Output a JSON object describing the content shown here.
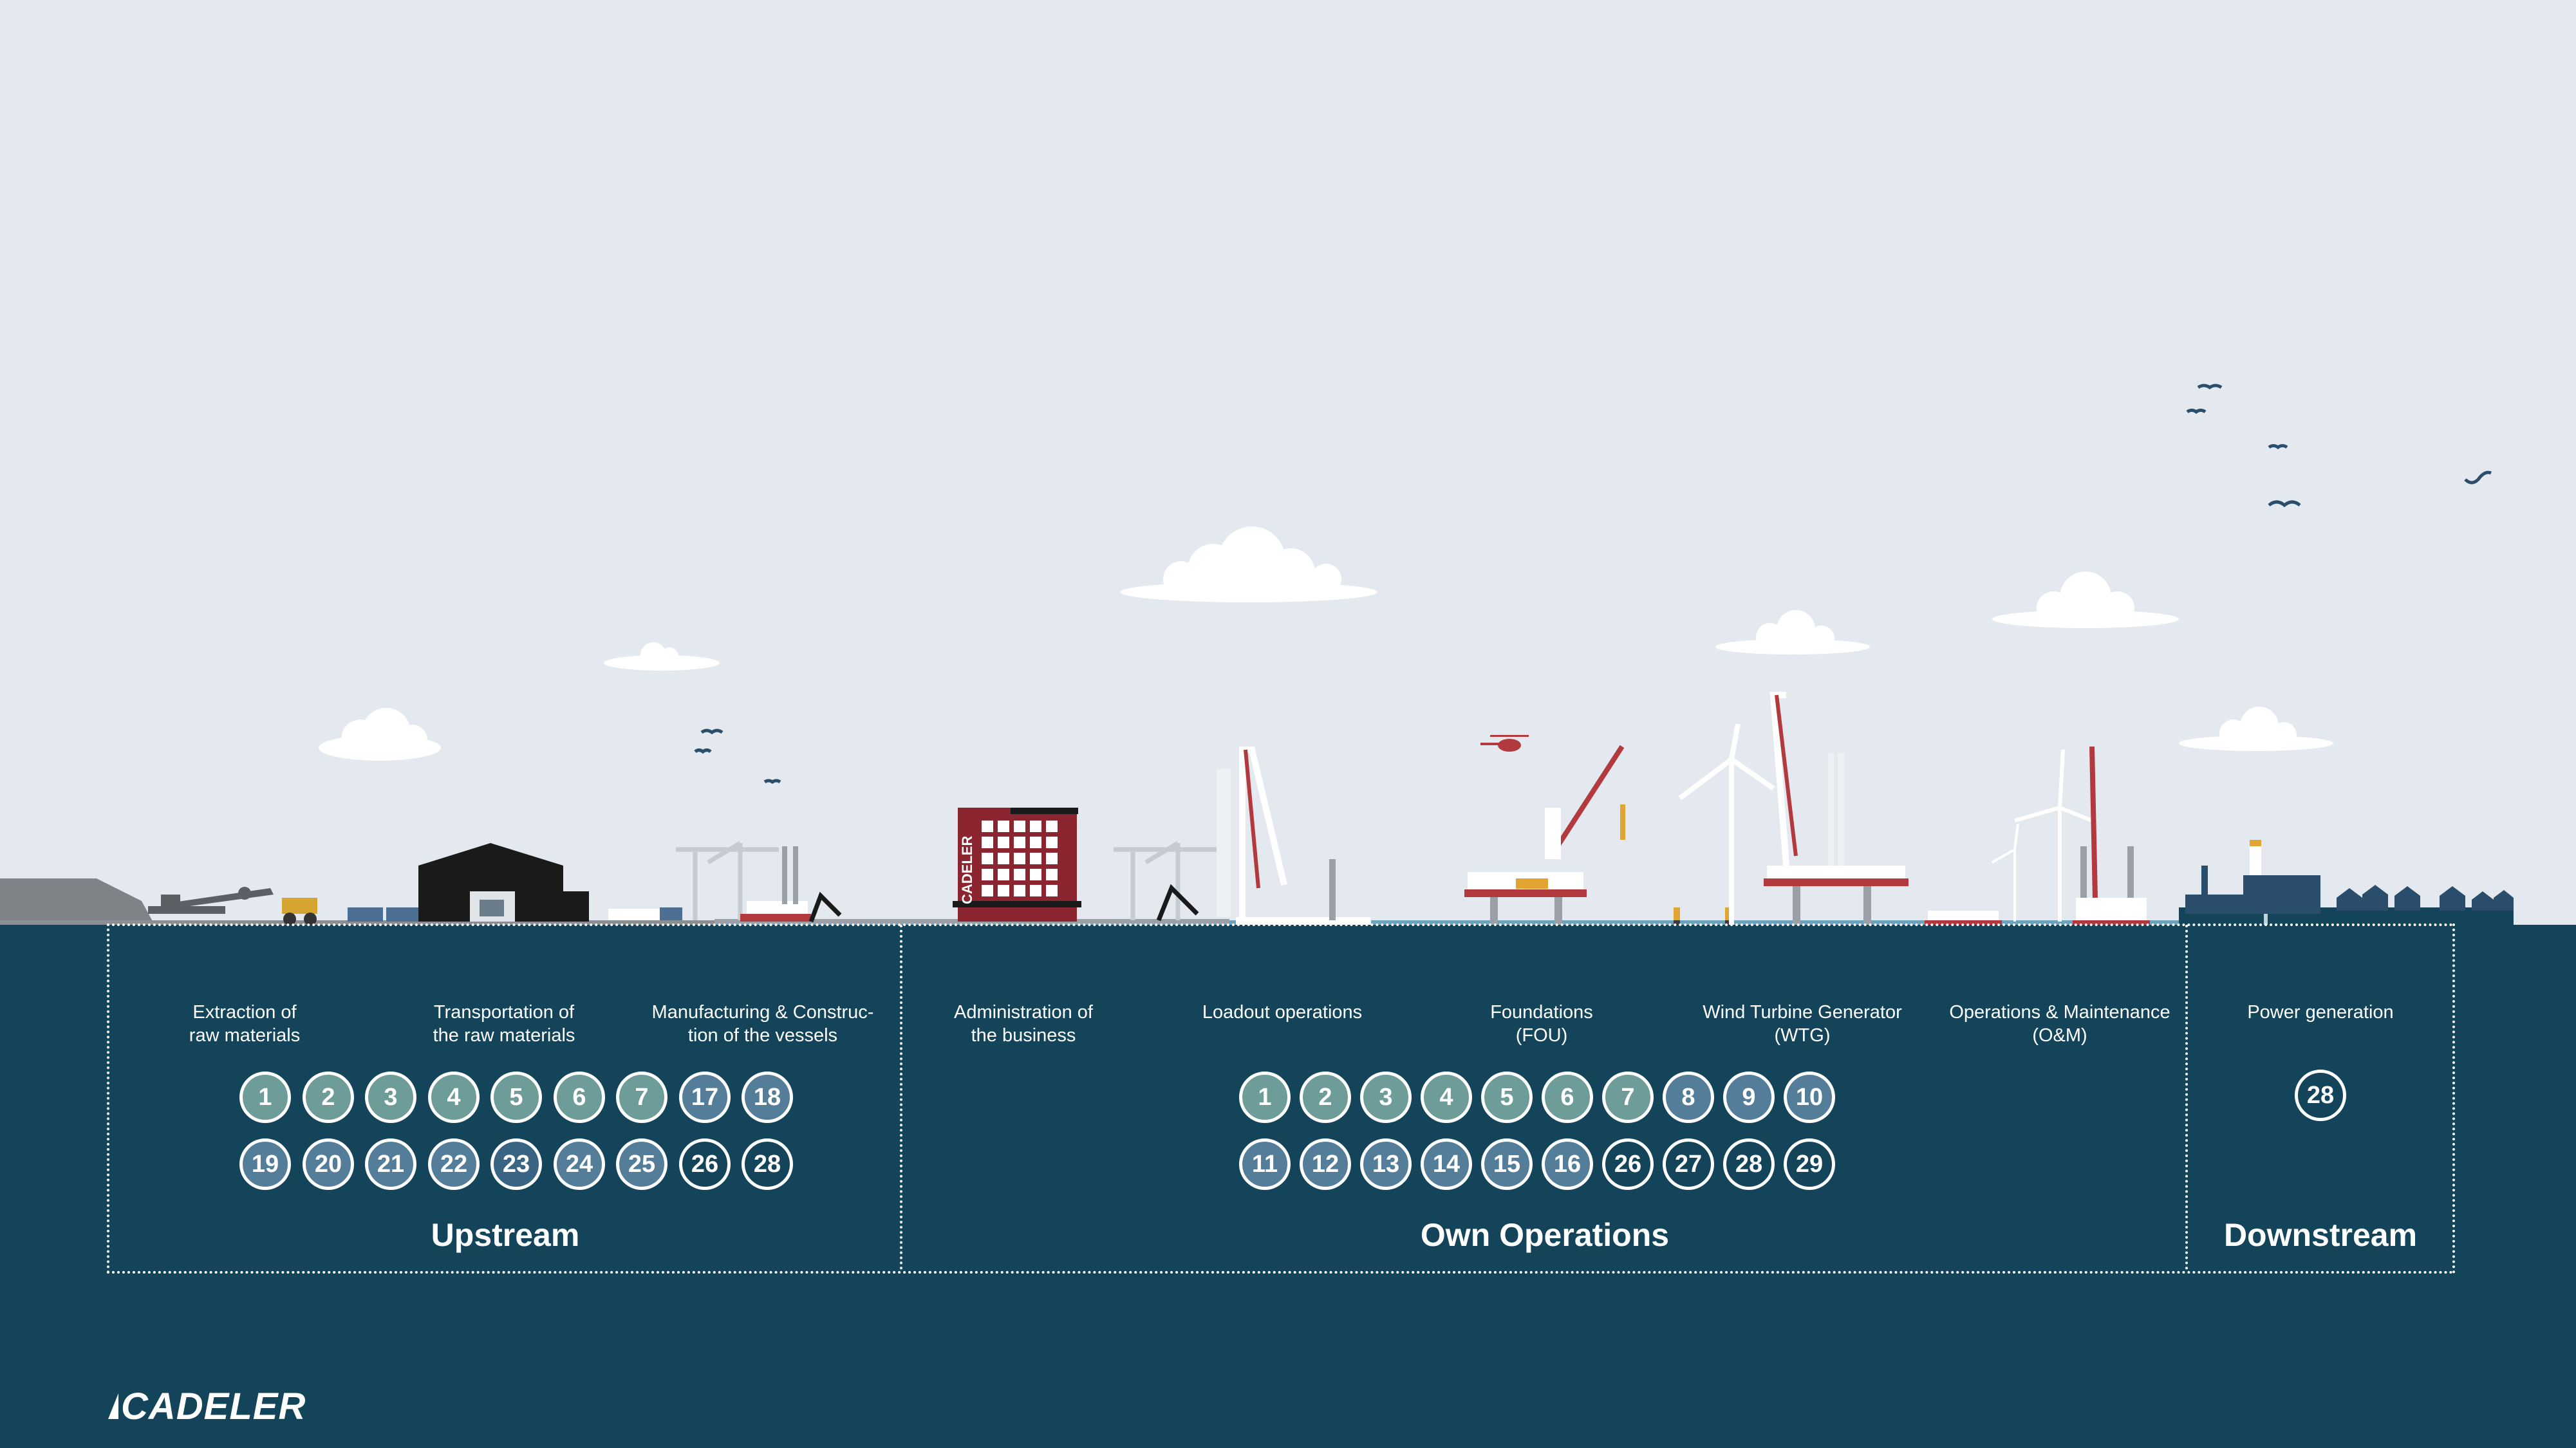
{
  "colors": {
    "sky": "#e3e9ee",
    "sea_deep": "#134459",
    "sea_light": "#6ea3bb",
    "brand_red": "#b23a3f",
    "circle_green": "#6e9c98",
    "circle_blue": "#537d98",
    "circle_dark": "#3a6484"
  },
  "sections": {
    "upstream": {
      "title": "Upstream",
      "labels": [
        "Extraction of\nraw materials",
        "Transportation of\nthe raw materials",
        "Manufacturing & Construc-\ntion of the vessels"
      ],
      "row1": [
        "1",
        "2",
        "3",
        "4",
        "5",
        "6",
        "7",
        "17",
        "18"
      ],
      "row2": [
        "19",
        "20",
        "21",
        "22",
        "23",
        "24",
        "25",
        "26",
        "28"
      ]
    },
    "own": {
      "title": "Own Operations",
      "labels": [
        "Administration of\nthe business",
        "Loadout operations",
        "Foundations\n(FOU)",
        "Wind Turbine Generator\n(WTG)",
        "Operations & Maintenance\n(O&M)"
      ],
      "row1": [
        "1",
        "2",
        "3",
        "4",
        "5",
        "6",
        "7",
        "8",
        "9",
        "10"
      ],
      "row2": [
        "11",
        "12",
        "13",
        "14",
        "15",
        "16",
        "26",
        "27",
        "28",
        "29"
      ]
    },
    "downstream": {
      "title": "Downstream",
      "labels": [
        "Power generation"
      ],
      "row1": [
        "28"
      ]
    }
  },
  "building_sign": "CADELER",
  "logo": "CADELER"
}
